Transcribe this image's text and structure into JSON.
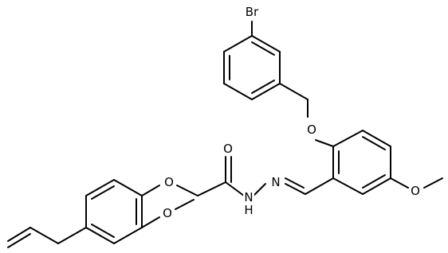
{
  "diagram": {
    "atom_labels": {
      "br": "Br",
      "o_ether_top": "O",
      "o_ether_left": "O",
      "o_carbonyl": "O",
      "o_methoxy_right": "O",
      "o_methoxy_bottom": "O",
      "n_imine": "N",
      "n_hydrazide": "N",
      "h_hydrazide": "H"
    },
    "colors": {
      "bond": "#000000",
      "label": "#000000",
      "background": "#ffffff"
    }
  }
}
